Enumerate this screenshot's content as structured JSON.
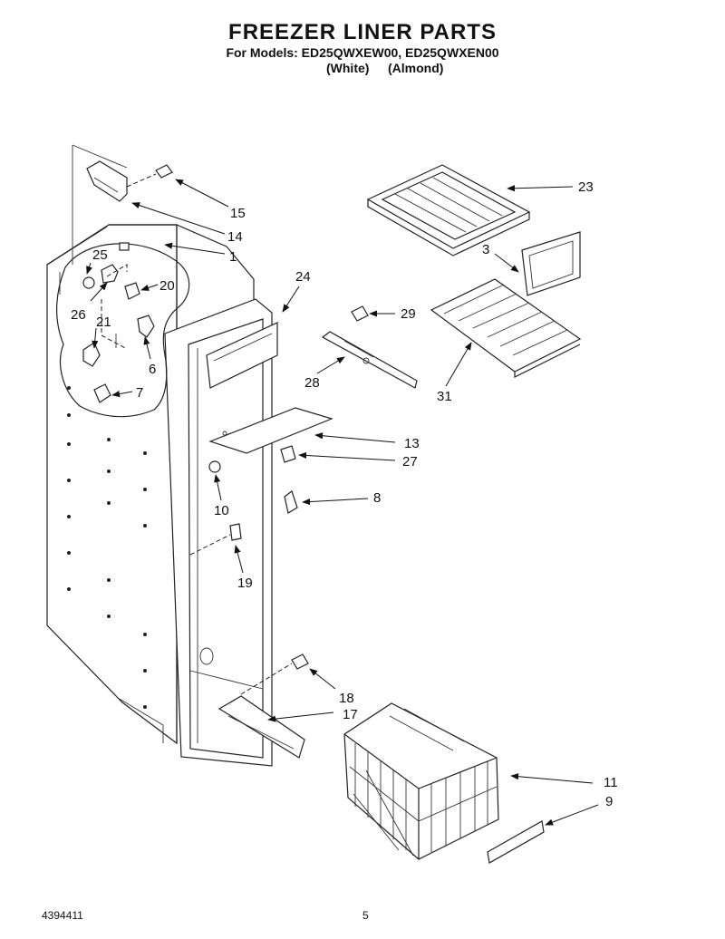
{
  "header": {
    "title": "FREEZER LINER PARTS",
    "models_line": "For Models: ED25QWXEW00, ED25QWXEN00",
    "variant_white": "(White)",
    "variant_almond": "(Almond)"
  },
  "callouts": {
    "c1": "1",
    "c3": "3",
    "c6": "6",
    "c7": "7",
    "c8": "8",
    "c9": "9",
    "c10": "10",
    "c11": "11",
    "c13": "13",
    "c14": "14",
    "c15": "15",
    "c17": "17",
    "c18": "18",
    "c19": "19",
    "c20": "20",
    "c21": "21",
    "c23": "23",
    "c24": "24",
    "c25": "25",
    "c26": "26",
    "c27": "27",
    "c28": "28",
    "c29": "29",
    "c31": "31"
  },
  "footer": {
    "doc_number": "4394411",
    "page_number": "5"
  }
}
